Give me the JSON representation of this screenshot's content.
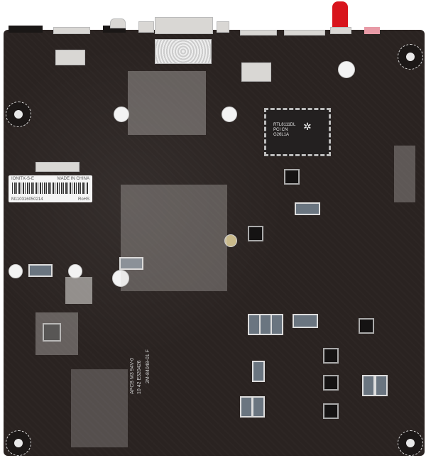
{
  "image": {
    "subject": "Mini-ITX motherboard, bottom side",
    "colors": {
      "board": "#2a2321",
      "background": "#ffffff",
      "antenna": "#d8141c",
      "silkscreen": "#cfcfcf"
    }
  },
  "label_sticker": {
    "model": "IONITX-S-E",
    "origin": "MADE IN CHINA",
    "serial": "M110316050214",
    "compliance": "RoHS"
  },
  "main_chip": {
    "line1": "RTL8111DL",
    "line2": "PCI CN",
    "line3": "G26L1A",
    "logo": "realtek-crab-logo"
  },
  "silkscreen_text": {
    "pcb_mark": "APCB M3 94V-0",
    "date_code": "10 42 E320426",
    "part_code": "2M-84048-01 F"
  }
}
